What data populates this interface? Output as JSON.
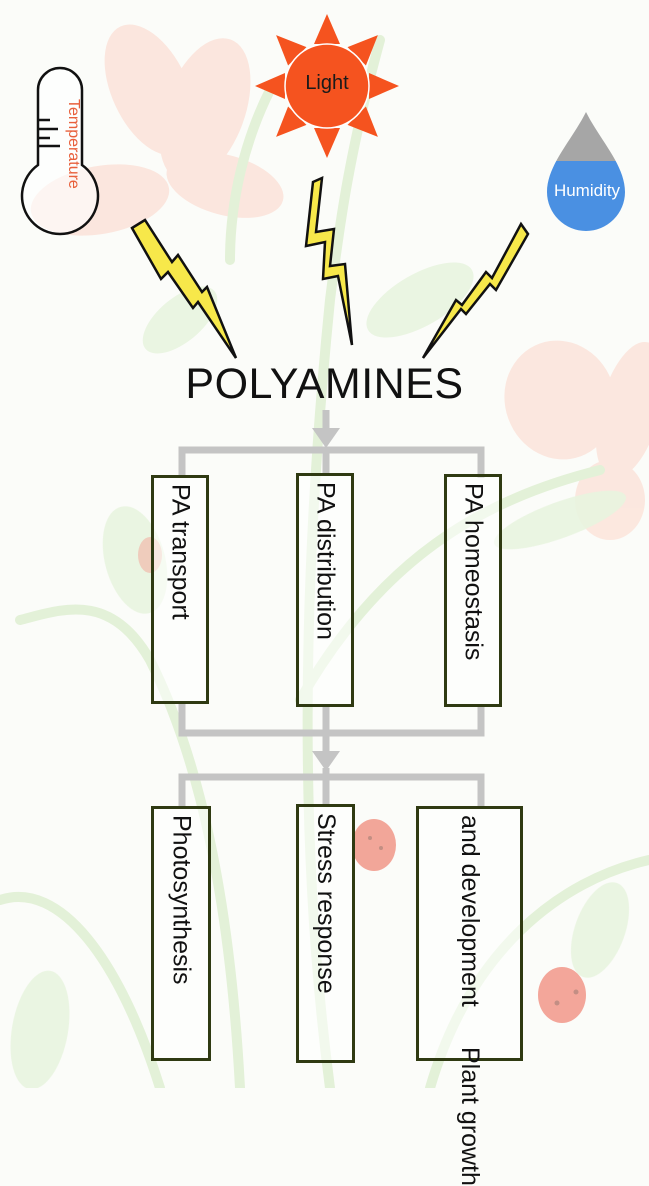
{
  "diagram": {
    "title": "POLYAMINES",
    "environmental_factors": [
      {
        "id": "temperature",
        "label": "Temperature",
        "icon": "thermometer-icon",
        "color": "#e8603c"
      },
      {
        "id": "light",
        "label": "Light",
        "icon": "sun-icon",
        "color": "#f5531f"
      },
      {
        "id": "humidity",
        "label": "Humidity",
        "icon": "water-drop-icon",
        "color": "#4a90e2",
        "secondary_color": "#a6a6a6"
      }
    ],
    "signal_icon": "lightning-bolt-icon",
    "signal_color": "#f7e84a",
    "mechanisms": [
      {
        "label": "PA transport"
      },
      {
        "label": "PA distribution"
      },
      {
        "label": "PA homeostasis"
      }
    ],
    "outcomes": [
      {
        "label": "Photosynthesis"
      },
      {
        "label": "Stress response"
      },
      {
        "label": "Plant growth\nand development",
        "lines": [
          "Plant growth",
          "and development"
        ]
      }
    ],
    "connector_color": "#c4c4c4",
    "box_border_color": "#2f3a12"
  }
}
